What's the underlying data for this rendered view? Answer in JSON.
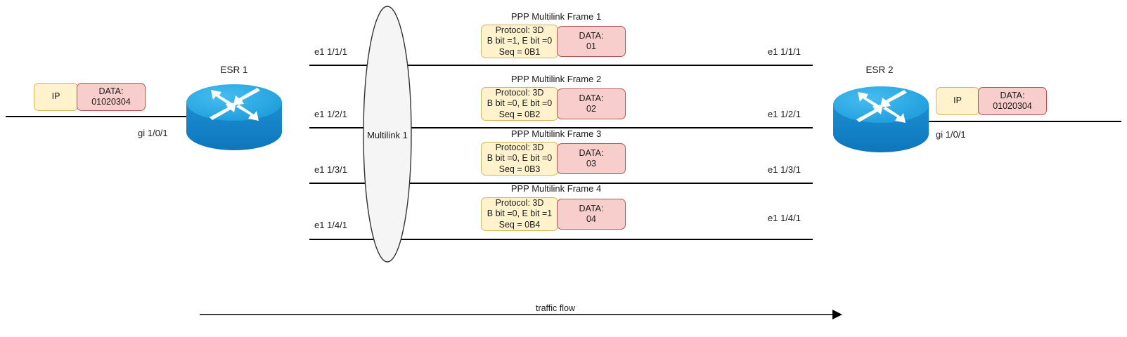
{
  "diagram": {
    "title_flow": "traffic flow",
    "bundle_label": "Multilink 1"
  },
  "routers": [
    {
      "name": "ESR 1",
      "lan_interface": "gi 1/0/1"
    },
    {
      "name": "ESR 2",
      "lan_interface": "gi 1/0/1"
    }
  ],
  "ip_packets": [
    {
      "header_label": "IP",
      "payload_label": "DATA:\n01020304"
    },
    {
      "header_label": "IP",
      "payload_label": "DATA:\n01020304"
    }
  ],
  "links": [
    {
      "left_interface": "e1 1/1/1",
      "right_interface": "e1 1/1/1",
      "frame_title": "PPP Multilink Frame 1",
      "header": "Protocol: 3D\nB bit =1, E bit =0\nSeq = 0B1",
      "payload": "DATA:\n01"
    },
    {
      "left_interface": "e1 1/2/1",
      "right_interface": "e1 1/2/1",
      "frame_title": "PPP Multilink Frame 2",
      "header": "Protocol: 3D\nB bit =0, E bit =0\nSeq = 0B2",
      "payload": "DATA:\n02"
    },
    {
      "left_interface": "e1 1/3/1",
      "right_interface": "e1 1/3/1",
      "frame_title": "PPP Multilink Frame 3",
      "header": "Protocol: 3D\nB bit =0, E bit =0\nSeq = 0B3",
      "payload": "DATA:\n03"
    },
    {
      "left_interface": "e1 1/4/1",
      "right_interface": "e1 1/4/1",
      "frame_title": "PPP Multilink Frame 4",
      "header": "Protocol: 3D\nB bit =0, E bit =1\nSeq = 0B4",
      "payload": "DATA:\n04"
    }
  ],
  "colors": {
    "header_fill": "#fff2cc",
    "header_stroke": "#d6b656",
    "payload_fill": "#f8cecc",
    "payload_stroke": "#b85450",
    "router_top": "#29abe2",
    "router_body": "#0e76bc",
    "line": "#000000",
    "bundle_fill": "#f5f5f5",
    "bundle_stroke": "#333333"
  }
}
